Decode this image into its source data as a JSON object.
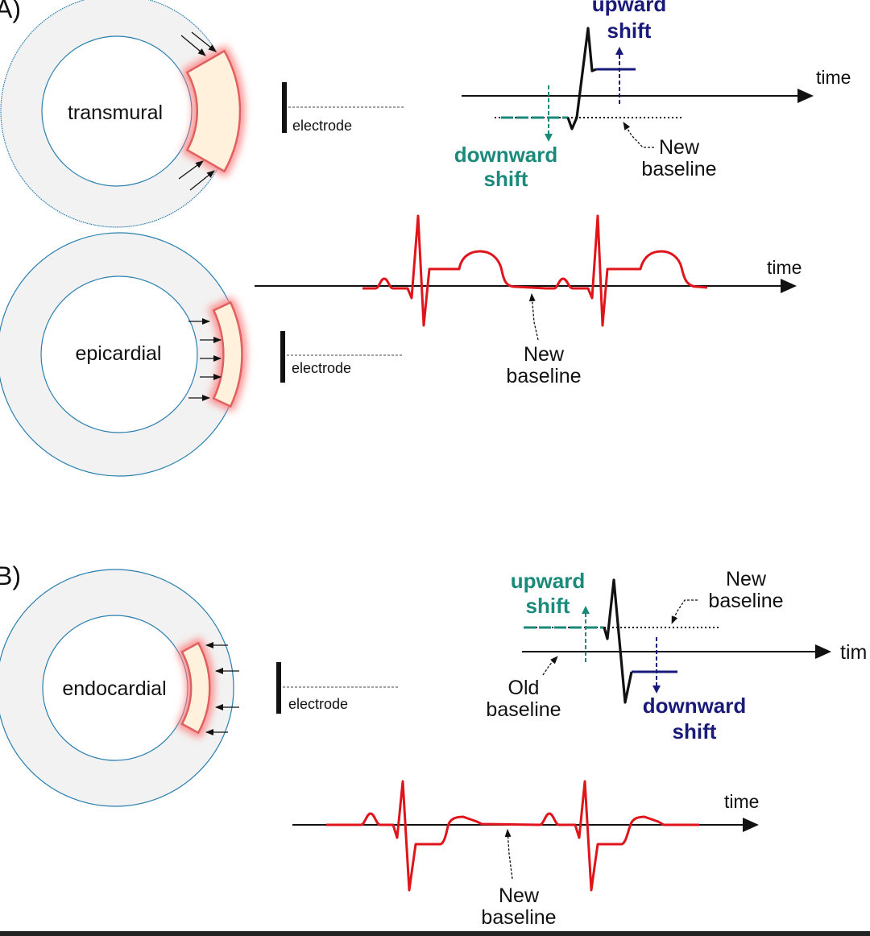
{
  "panels": {
    "a": {
      "label": "A)"
    },
    "b": {
      "label": "B)"
    }
  },
  "labels": {
    "transmural": "transmural",
    "epicardial": "epicardial",
    "endocardial": "endocardial",
    "electrode": "electrode",
    "time": "time",
    "time_cropped": "tim",
    "upward": "upward",
    "downward": "downward",
    "shift": "shift",
    "new": "New",
    "old": "Old",
    "baseline": "baseline"
  },
  "colors": {
    "ecg_trace": "#e0141b",
    "teal_shift": "#1a8a7a",
    "navy_shift": "#1a1a7a",
    "ring_fill": "#f2f2f2",
    "ring_stroke": "#2a7fb0",
    "injury_fill": "#fff1dc",
    "injury_glow": "#ff8080"
  }
}
